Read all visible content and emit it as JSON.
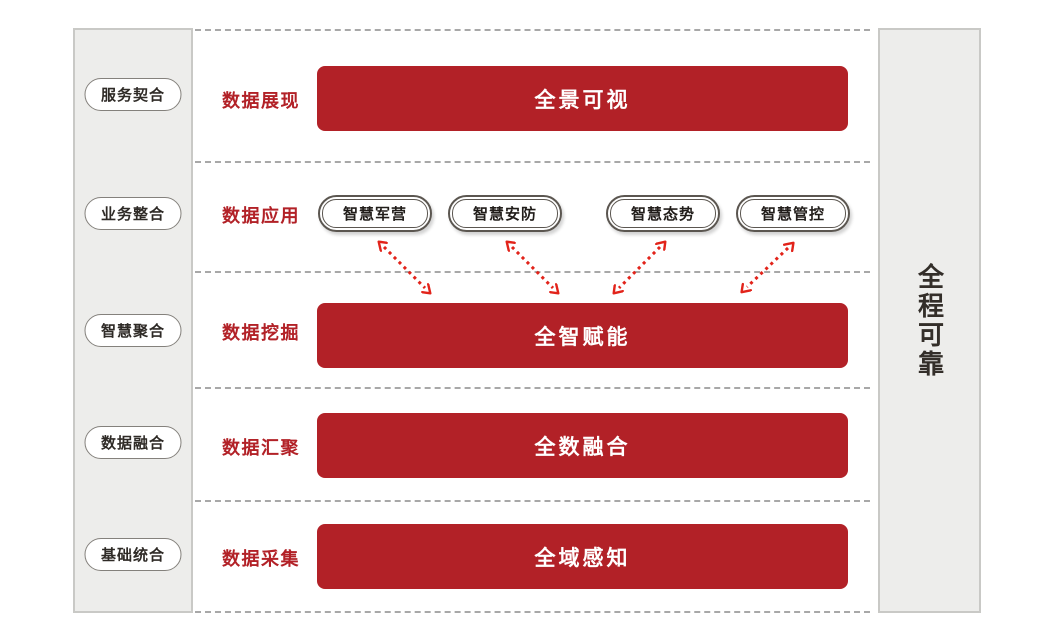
{
  "colors": {
    "brand_red": "#B22127",
    "arrow_red": "#E2231A",
    "sidebar_bg": "#EDEDEB",
    "sidebar_border": "#C9C9C6",
    "dotted_line": "#A8A8A8",
    "pill_border": "#5B5650"
  },
  "left_sidebar": {
    "items": [
      "服务契合",
      "业务整合",
      "智慧聚合",
      "数据融合",
      "基础统合"
    ]
  },
  "right_sidebar": {
    "label": "全程可靠"
  },
  "rows": [
    {
      "label": "数据展现",
      "bar": "全景可视"
    },
    {
      "label": "数据应用",
      "pills": [
        "智慧军营",
        "智慧安防",
        "智慧态势",
        "智慧管控"
      ]
    },
    {
      "label": "数据挖掘",
      "bar": "全智赋能"
    },
    {
      "label": "数据汇聚",
      "bar": "全数融合"
    },
    {
      "label": "数据采集",
      "bar": "全域感知"
    }
  ],
  "arrows": {
    "count": 4,
    "style": "double-headed dashed red arrows linking application pills to 全智赋能 bar"
  }
}
